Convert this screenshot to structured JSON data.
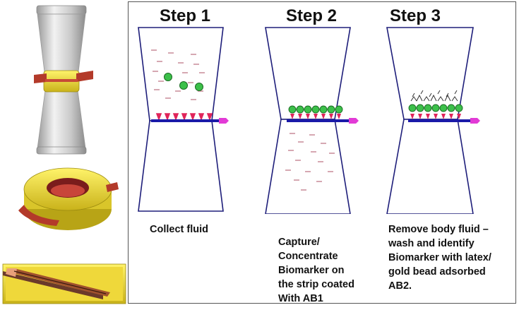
{
  "steps": [
    {
      "title": "Step 1",
      "caption": [
        "Collect fluid"
      ]
    },
    {
      "title": "Step 2",
      "caption": [
        "Capture/",
        "Concentrate",
        "Biomarker on",
        "the strip coated",
        "With AB1"
      ]
    },
    {
      "title": "Step 3",
      "caption": [
        "Remove body fluid –",
        "wash and identify",
        "Biomarker with latex/",
        "gold bead adsorbed",
        "AB2."
      ]
    }
  ],
  "colors": {
    "outline": "#1e1e7a",
    "strip": "#1a1aa8",
    "antibody": "#e0245a",
    "biomarker": "#3cc04a",
    "tab": "#e23ad6",
    "device_yellow": "#f2e23c",
    "device_gray": "#d8d8d8",
    "device_red": "#b33a2a"
  }
}
